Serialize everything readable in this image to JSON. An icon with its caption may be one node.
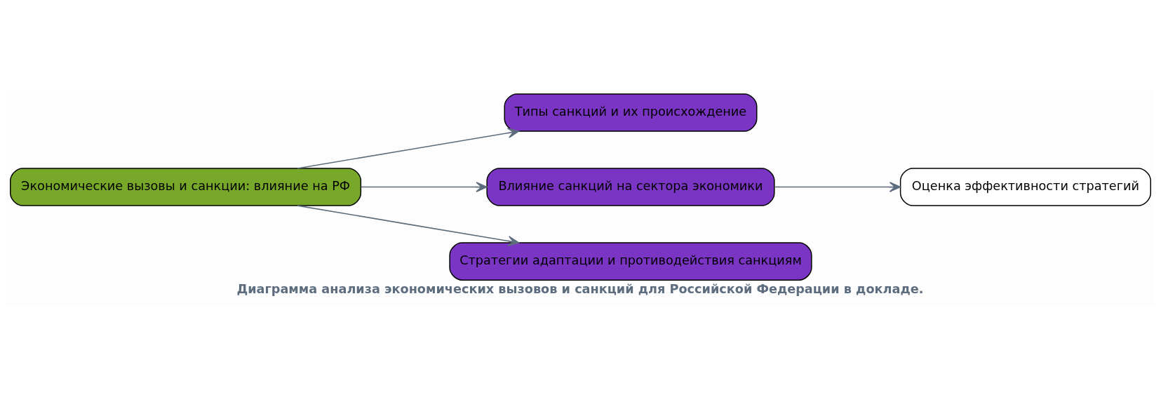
{
  "diagram": {
    "title": "Диаграмма анализа экономических вызовов и санкций для Российской Федерации в докладе.",
    "nodes": [
      {
        "text": [
          "Экономические вызовы и санкции: влияние на РФ"
        ]
      },
      {
        "text": [
          "Типы санкций и их происхождение"
        ]
      },
      {
        "text": [
          "Влияние санкций на сектора экономики"
        ]
      },
      {
        "text": [
          "Стратегии адаптации и противодействия санкциям"
        ]
      },
      {
        "text": [
          "Оценка эффективности стратегий"
        ]
      }
    ],
    "edges": [
      {
        "from": 0,
        "to": 1,
        "arrow": "to"
      },
      {
        "from": 0,
        "to": 2,
        "arrow": "to"
      },
      {
        "from": 0,
        "to": 3,
        "arrow": "to"
      },
      {
        "from": 2,
        "to": 4,
        "arrow": "to"
      }
    ]
  }
}
